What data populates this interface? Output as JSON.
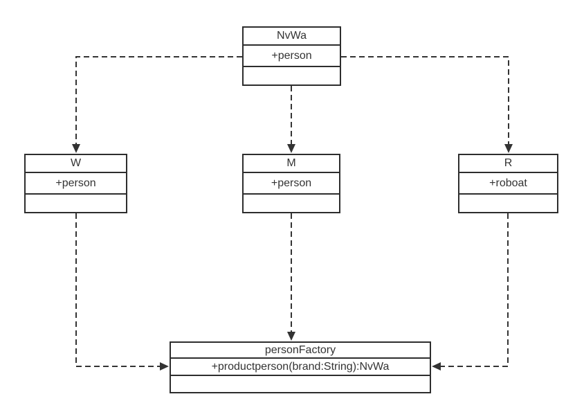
{
  "diagram": {
    "type": "uml-class-diagram",
    "background_color": "#ffffff",
    "line_color": "#333333",
    "border_color": "#2d2d2d",
    "text_color": "#333333",
    "classes": [
      {
        "name": "NvWa",
        "member": "+person"
      },
      {
        "name": "W",
        "member": "+person"
      },
      {
        "name": "M",
        "member": "+person"
      },
      {
        "name": "R",
        "member": "+roboat"
      },
      {
        "name": "personFactory",
        "member": "+productperson(brand:String):NvWa"
      }
    ],
    "edges": [
      {
        "from": "NvWa",
        "to": "W",
        "line": "dashed",
        "arrowhead": "filled-triangle"
      },
      {
        "from": "NvWa",
        "to": "M",
        "line": "dashed",
        "arrowhead": "filled-triangle"
      },
      {
        "from": "NvWa",
        "to": "R",
        "line": "dashed",
        "arrowhead": "filled-triangle"
      },
      {
        "from": "W",
        "to": "personFactory",
        "line": "dashed",
        "arrowhead": "filled-triangle"
      },
      {
        "from": "M",
        "to": "personFactory",
        "line": "dashed",
        "arrowhead": "filled-triangle"
      },
      {
        "from": "R",
        "to": "personFactory",
        "line": "dashed",
        "arrowhead": "filled-triangle"
      }
    ]
  }
}
